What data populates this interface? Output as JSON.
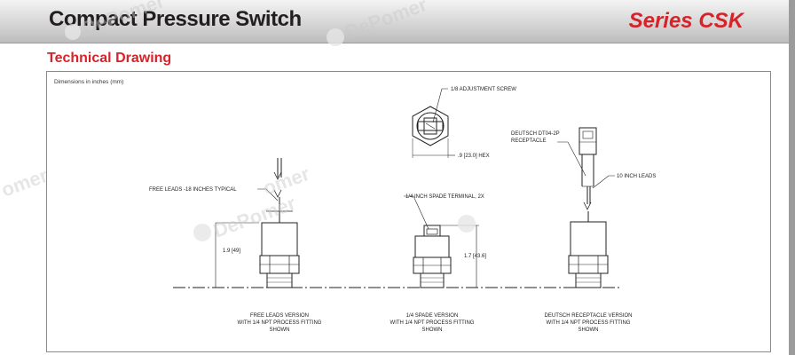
{
  "header": {
    "title": "Compact Pressure Switch",
    "series": "Series CSK"
  },
  "section": {
    "heading": "Technical Drawing"
  },
  "drawing": {
    "dims_note": "Dimensions in inches (mm)",
    "labels": {
      "adjustment_screw": "1/8 ADJUSTMENT SCREW",
      "hex": ".9 [23.0] HEX",
      "deutsch_line1": "DEUTSCH DT04-2P",
      "deutsch_line2": "RECEPTACLE",
      "ten_inch_leads": "10 INCH LEADS",
      "free_leads_typical": "FREE LEADS -18 INCHES TYPICAL",
      "spade_terminal": "1/4 INCH SPADE TERMINAL, 2X",
      "dim_left": "1.9 [49]",
      "dim_mid": "1.7 [43.6]"
    },
    "captions": {
      "free_leads": [
        "FREE LEADS VERSION",
        "WITH 1/4 NPT PROCESS FITTING",
        "SHOWN"
      ],
      "spade": [
        "1/4 SPADE VERSION",
        "WITH 1/4 NPT PROCESS FITTING",
        "SHOWN"
      ],
      "deutsch": [
        "DEUTSCH RECEPTACLE VERSION",
        "WITH 1/4 NPT PROCESS FITTING",
        "SHOWN"
      ]
    }
  },
  "watermark": {
    "text1": "DePomer",
    "text2": "omer"
  },
  "colors": {
    "accent_red": "#d6232a",
    "title_dark": "#231f20"
  }
}
